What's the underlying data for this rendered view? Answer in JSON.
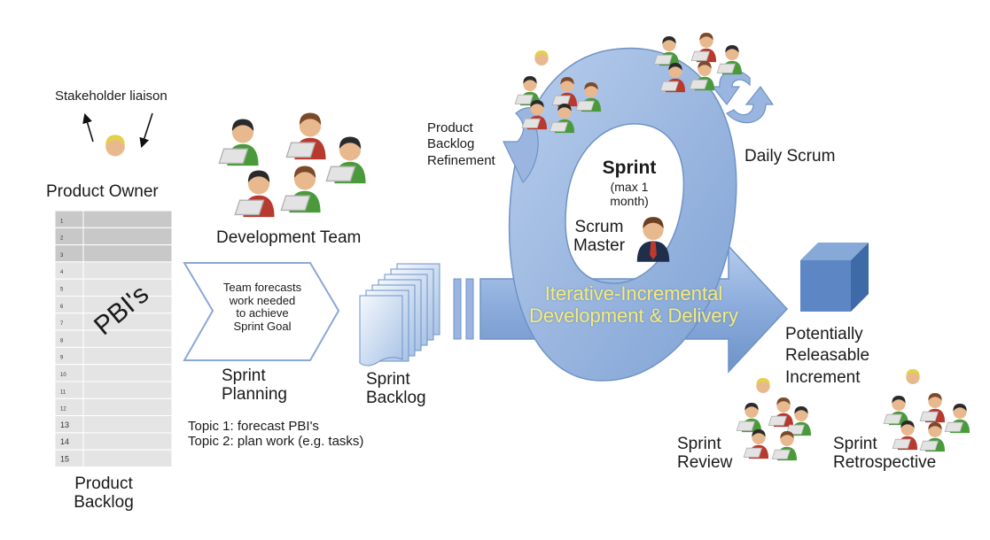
{
  "stakeholder_liaison": "Stakeholder liaison",
  "product_owner": "Product Owner",
  "pbis": "PBI's",
  "backlog_rows": [
    "1",
    "2",
    "3",
    "4",
    "5",
    "6",
    "7",
    "8",
    "9",
    "10",
    "11",
    "12",
    "13",
    "14",
    "15"
  ],
  "product_backlog": [
    "Product",
    "Backlog"
  ],
  "development_team": "Development Team",
  "planning_note": [
    "Team forecasts",
    "work needed",
    "to achieve",
    "Sprint Goal"
  ],
  "sprint_planning": [
    "Sprint",
    "Planning"
  ],
  "topics": [
    "Topic 1: forecast PBI's",
    "Topic 2: plan work (e.g. tasks)"
  ],
  "sprint_backlog": [
    "Sprint",
    "Backlog"
  ],
  "refinement": [
    "Product",
    "Backlog",
    "Refinement"
  ],
  "sprint": "Sprint",
  "sprint_duration": [
    "(max 1",
    "month)"
  ],
  "scrum_master": [
    "Scrum",
    "Master"
  ],
  "daily_scrum": "Daily Scrum",
  "iterative": [
    "Iterative-Incremental",
    "Development & Delivery"
  ],
  "increment": [
    "Potentially",
    "Releasable",
    "Increment"
  ],
  "sprint_review": [
    "Sprint",
    "Review"
  ],
  "sprint_retrospective": [
    "Sprint",
    "Retrospective"
  ],
  "colors": {
    "cycle_blue": "#8fb0dd",
    "cycle_edge": "#6f93c6",
    "arrow_text": "#f5ec7a",
    "cube_front": "#5c87c4",
    "cube_top": "#86a9d8",
    "cube_side": "#3e6aa8",
    "shirt_green": "#4a9a3c",
    "shirt_red": "#b8392e",
    "grid_dark": "#c8c8c8",
    "grid_light": "#e4e4e4"
  }
}
